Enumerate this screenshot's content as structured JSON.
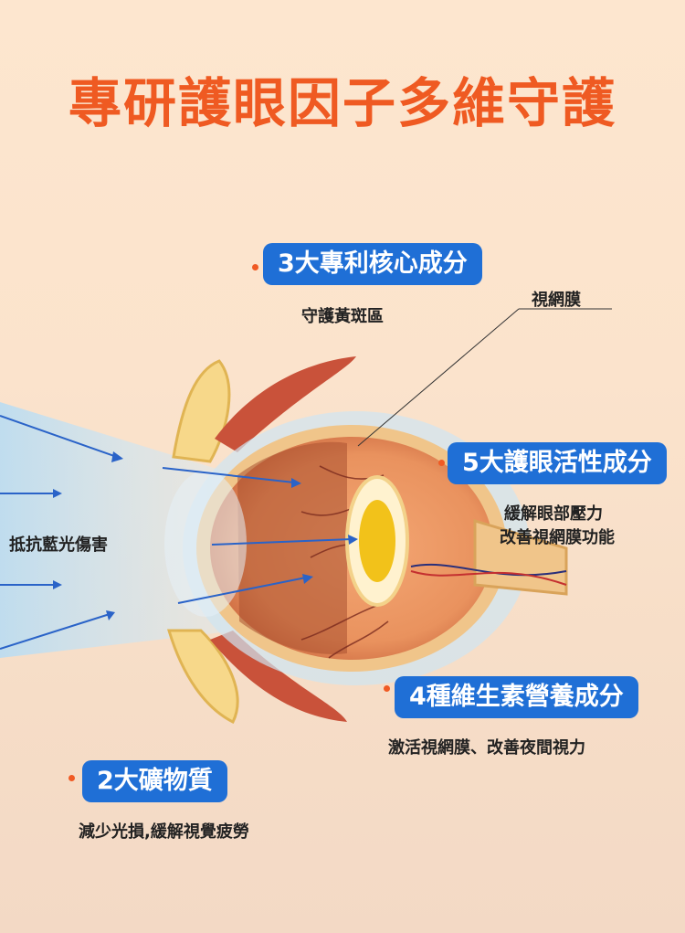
{
  "title": "專研護眼因子多維守護",
  "badges": {
    "b1": "3大專利核心成分",
    "b2": "5大護眼活性成分",
    "b3": "4種維生素營養成分",
    "b4": "2大礦物質"
  },
  "notes": {
    "macula": "守護黃斑區",
    "retina": "視網膜",
    "b2_line1": "緩解眼部壓力",
    "b2_line2": "改善視網膜功能",
    "b3": "激活視網膜、改善夜間視力",
    "b4": "減少光損,緩解視覺疲勞",
    "blue_light": "抵抗藍光傷害"
  },
  "colors": {
    "title": "#ef5a22",
    "badge": "#1f6fd6",
    "dot": "#f05a24"
  }
}
